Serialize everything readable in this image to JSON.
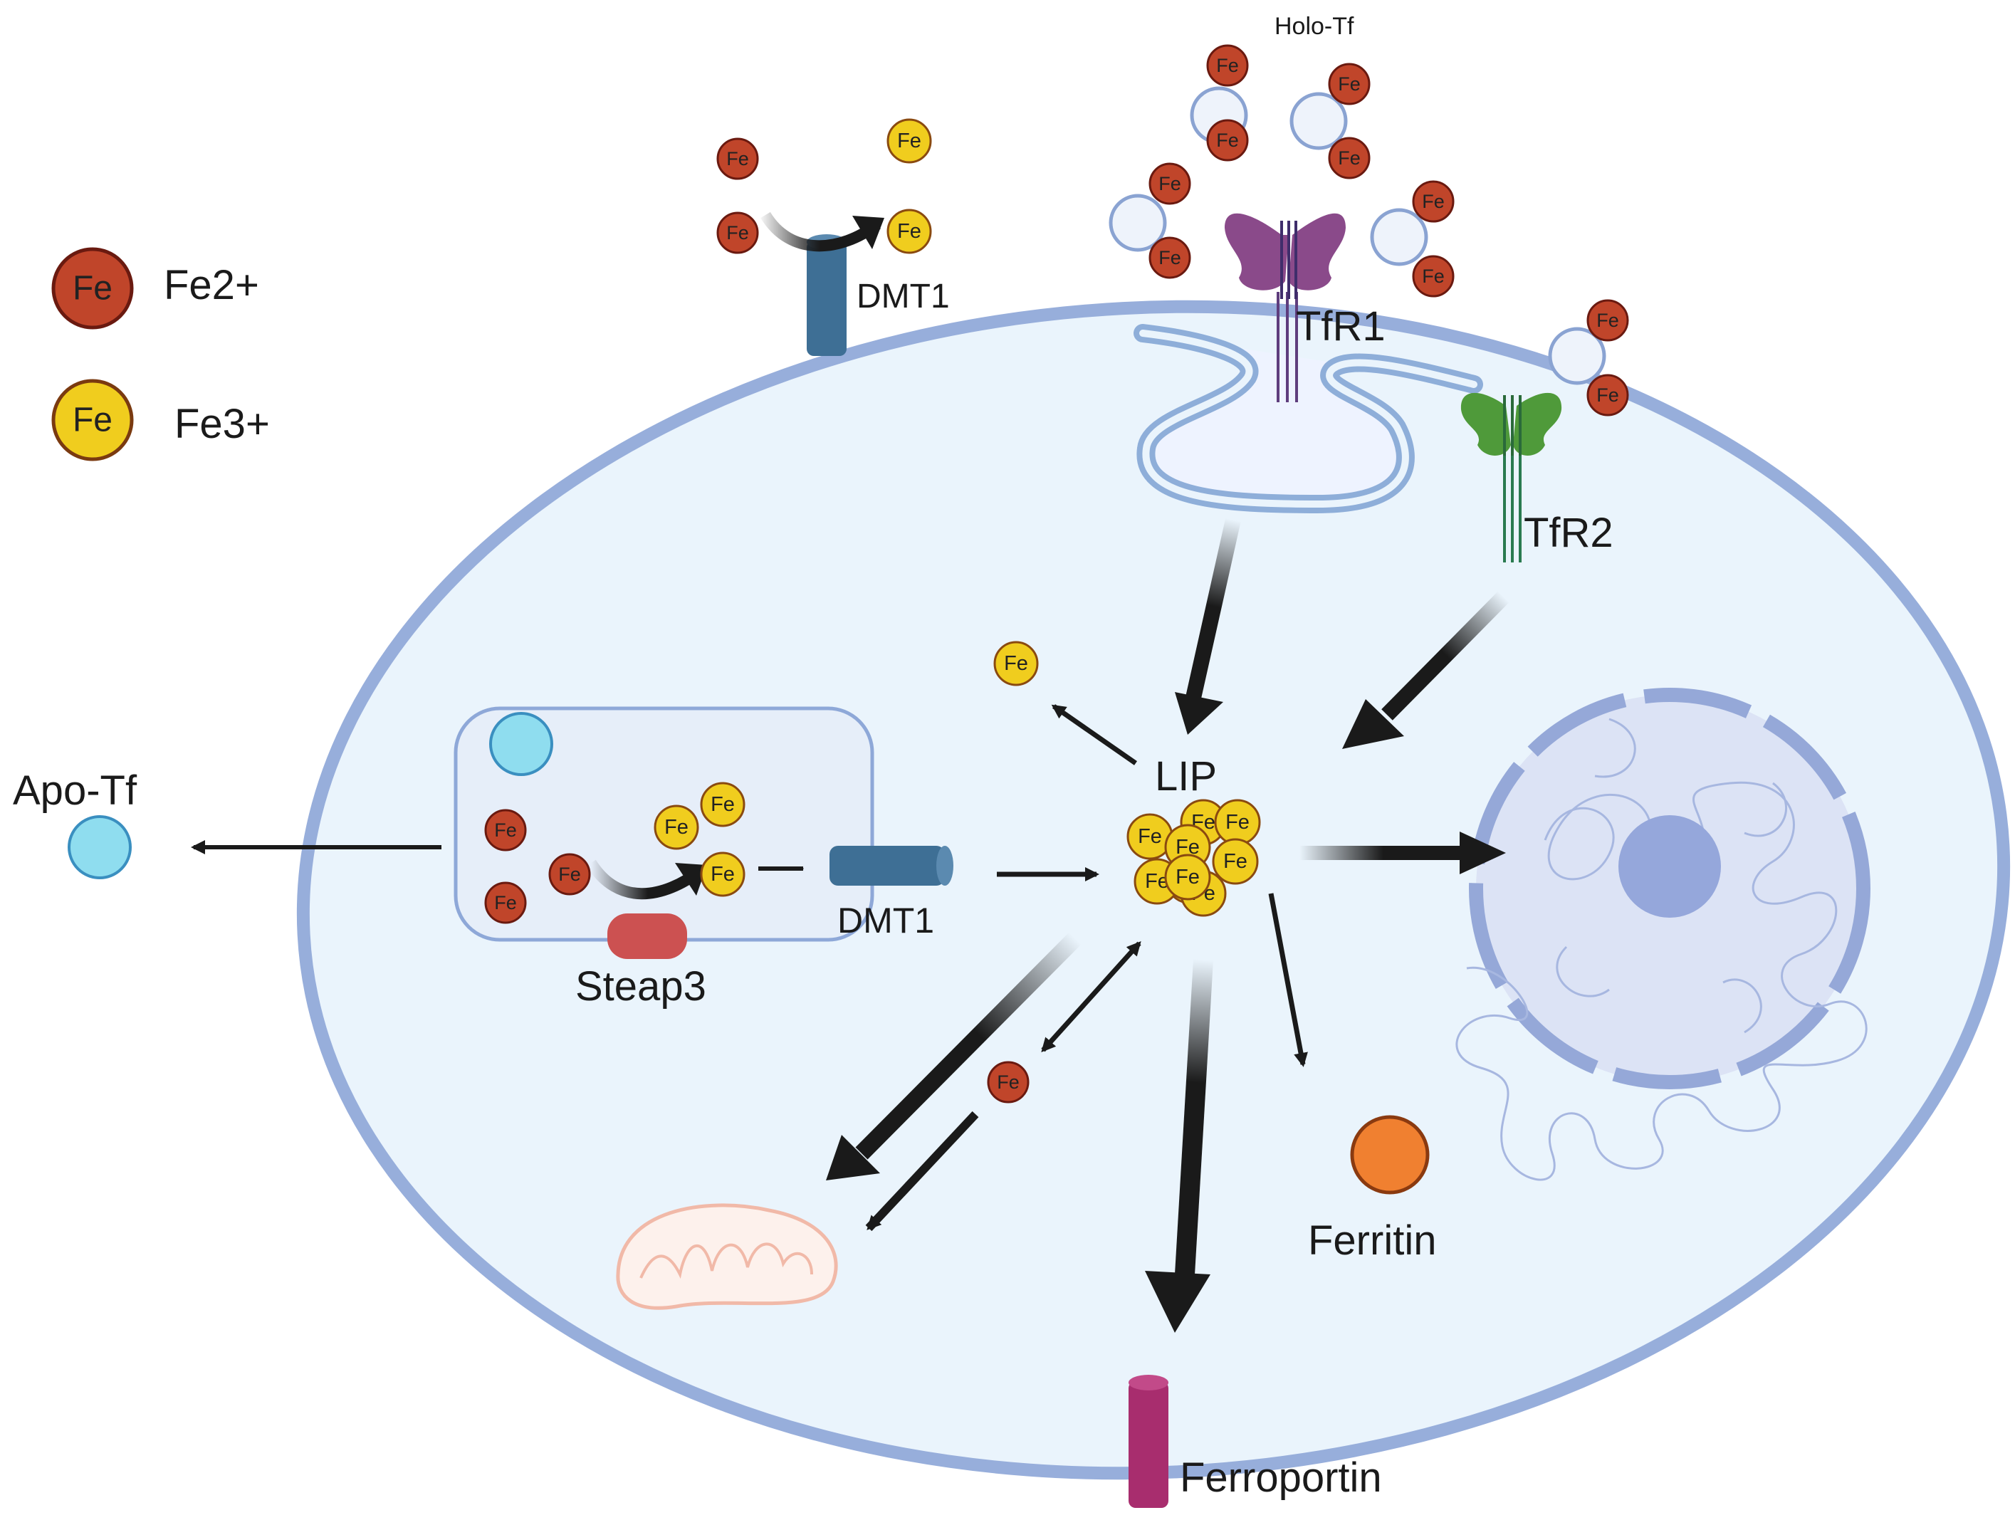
{
  "legend": {
    "items": [
      {
        "symbol": "Fe",
        "label": "Fe2+",
        "color": "#c0452a"
      },
      {
        "symbol": "Fe",
        "label": "Fe3+",
        "color": "#f0cd1e"
      }
    ]
  },
  "labels": {
    "holo_tf": "Holo-Tf",
    "dmt1_top": "DMT1",
    "tfr1": "TfR1",
    "tfr2": "TfR2",
    "apo_tf": "Apo-Tf",
    "steap3": "Steap3",
    "dmt1_endosome": "DMT1",
    "lip": "LIP",
    "ferritin": "Ferritin",
    "ferroportin": "Ferroportin"
  },
  "fe_symbol": "Fe",
  "colors": {
    "fe2": "#c0452a",
    "fe3": "#f0cd1e",
    "membrane": "#97aedb",
    "cytoplasm": "#eaf4fc",
    "dmt1": "#3e6f95",
    "ferroportin": "#a82d6e",
    "steap3": "#cc5151",
    "tfr1": "#8a4a8a",
    "tfr2": "#4f9a3a",
    "apo_tf": "#8fddef",
    "ferritin": "#f08030",
    "nucleus": "#c8d3ee",
    "mitochondrion": "#f1b9a8"
  }
}
